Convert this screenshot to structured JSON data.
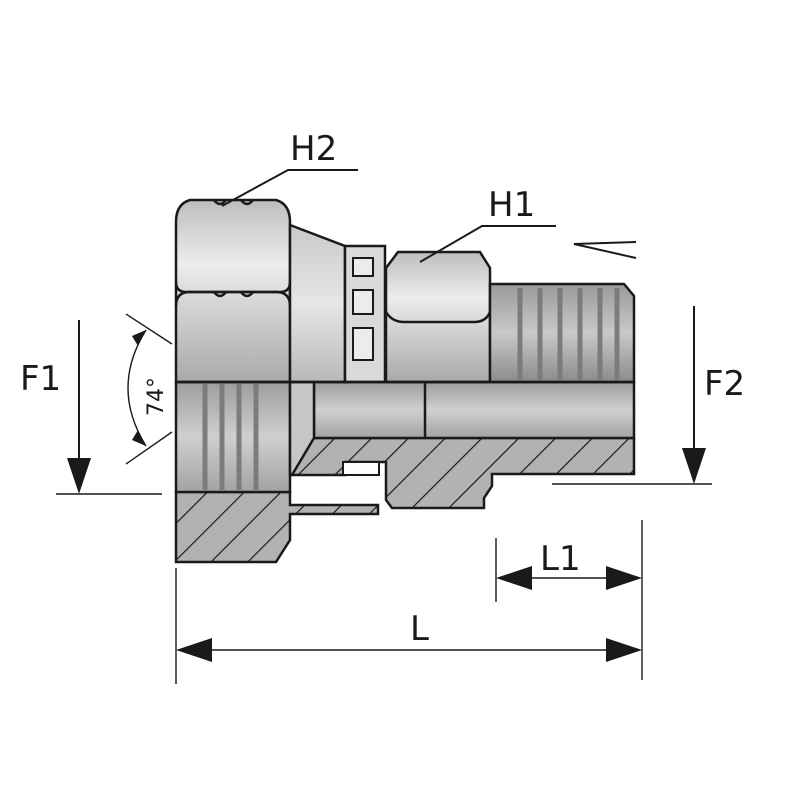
{
  "labels": {
    "h1": "H1",
    "h2": "H2",
    "f1": "F1",
    "f2": "F2",
    "l": "L",
    "l1": "L1",
    "angle": "74°"
  },
  "colors": {
    "outline": "#1a1a1a",
    "metal_light": "#d4d4d4",
    "metal_mid": "#bdbdbd",
    "metal_dark": "#8e8e8e",
    "section_fill": "#b2b2b2",
    "background": "#ffffff"
  }
}
